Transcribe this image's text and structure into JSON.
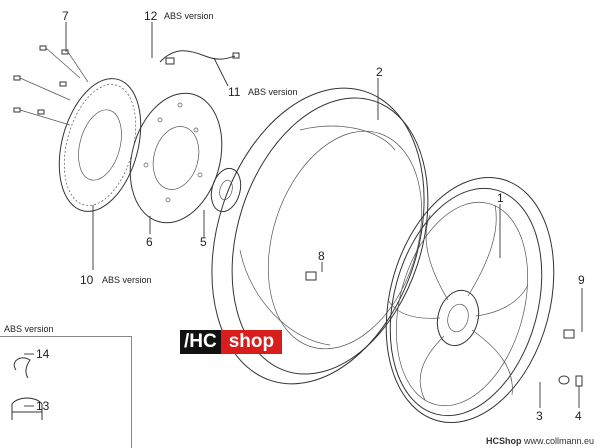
{
  "callouts": {
    "p1": "1",
    "p2": "2",
    "p3": "3",
    "p4": "4",
    "p5": "5",
    "p6": "6",
    "p7": "7",
    "p8": "8",
    "p9": "9",
    "p10": "10",
    "p11": "11",
    "p12": "12",
    "p13": "13",
    "p14": "14"
  },
  "notes": {
    "abs_12": "ABS version",
    "abs_11": "ABS version",
    "abs_10": "ABS version",
    "inset_title": "ABS version"
  },
  "logo": {
    "hc": "/HC",
    "shop": "shop"
  },
  "footer": {
    "brand": "HCShop",
    "site": "www.collmann.eu"
  },
  "colors": {
    "logo_black": "#111111",
    "logo_red": "#d91c1c",
    "line": "#333333"
  }
}
